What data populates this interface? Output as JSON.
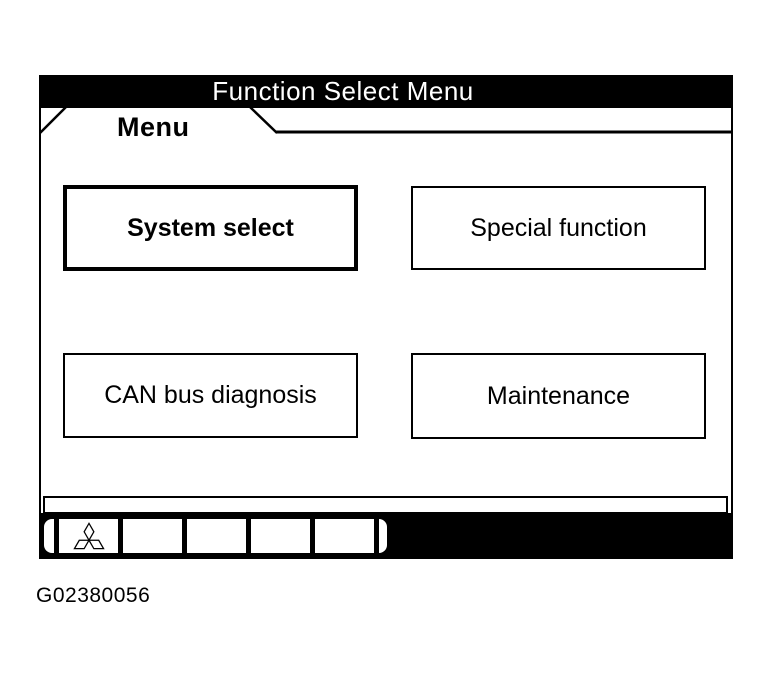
{
  "figure_label": "G02380056",
  "screen": {
    "title_bar": {
      "title": "Function Select Menu"
    },
    "tab": {
      "label": "Menu"
    },
    "menu_buttons": [
      {
        "label": "System select",
        "highlighted": true
      },
      {
        "label": "Special function",
        "highlighted": false
      },
      {
        "label": "CAN bus diagnosis",
        "highlighted": false
      },
      {
        "label": "Maintenance",
        "highlighted": false
      }
    ],
    "status_bar": {
      "text": ""
    },
    "toolbar": {
      "buttons": [
        {
          "icon": "mitsubishi-three-diamond-logo"
        },
        {
          "icon": ""
        },
        {
          "icon": ""
        },
        {
          "icon": ""
        },
        {
          "icon": ""
        }
      ]
    }
  },
  "colors": {
    "background": "#ffffff",
    "foreground": "#000000",
    "title_bar_bg": "#000000",
    "title_bar_text": "#ffffff"
  }
}
